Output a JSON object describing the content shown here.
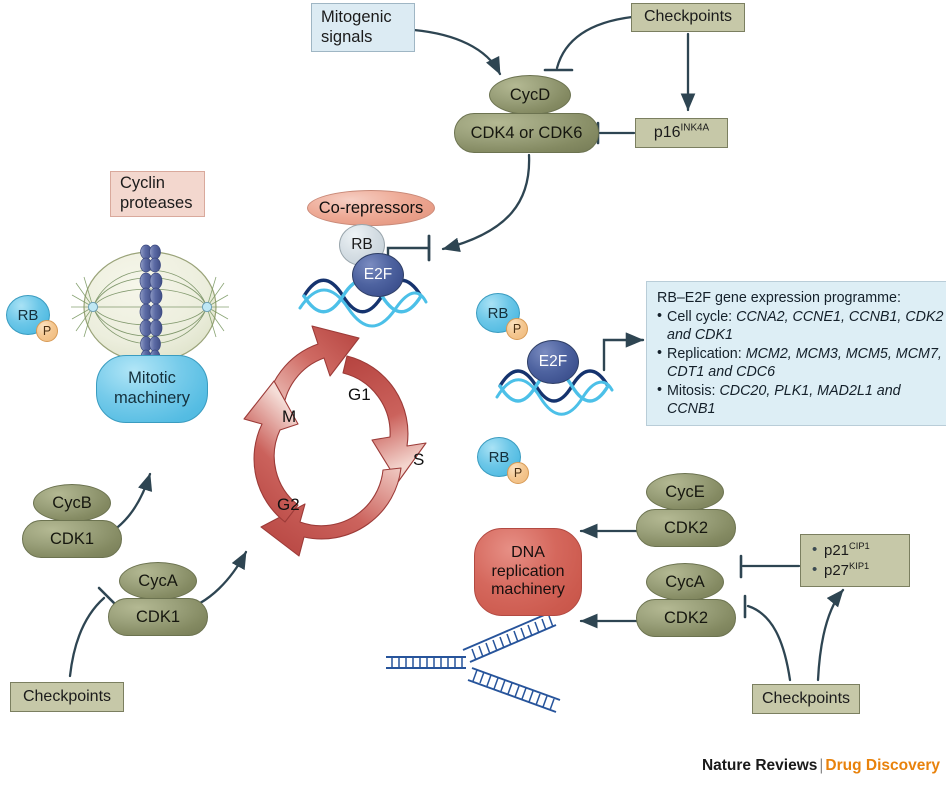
{
  "title": "Cell cycle control: RB-E2F pathway",
  "boxes": {
    "mitogenic_signals": "Mitogenic\nsignals",
    "checkpoints_top": "Checkpoints",
    "p16": "p16",
    "p16_sup": "INK4A",
    "cyclin_proteases": "Cyclin\nproteases",
    "checkpoints_bottom_left": "Checkpoints",
    "checkpoints_bottom_right": "Checkpoints"
  },
  "cdk_inhibitors": {
    "items": [
      {
        "name": "p21",
        "sup": "CIP1"
      },
      {
        "name": "p27",
        "sup": "KIP1"
      }
    ]
  },
  "complexes": {
    "cycd_cdk46": {
      "cyclin": "CycD",
      "cdk": "CDK4 or CDK6"
    },
    "cycb_cdk1": {
      "cyclin": "CycB",
      "cdk": "CDK1"
    },
    "cyca_cdk1": {
      "cyclin": "CycA",
      "cdk": "CDK1"
    },
    "cyce_cdk2": {
      "cyclin": "CycE",
      "cdk": "CDK2"
    },
    "cyca_cdk2": {
      "cyclin": "CycA",
      "cdk": "CDK2"
    }
  },
  "repressor_complex": {
    "corepressors": "Co-repressors",
    "rb": "RB",
    "e2f": "E2F"
  },
  "active_complex": {
    "e2f": "E2F"
  },
  "phospho_rb": {
    "rb": "RB",
    "p": "P"
  },
  "machinery": {
    "mitotic": "Mitotic\nmachinery",
    "dna_replication": "DNA\nreplication\nmachinery"
  },
  "cell_cycle": {
    "phases": [
      "G1",
      "S",
      "G2",
      "M"
    ],
    "arrow_color": "#c0504d"
  },
  "gene_programme": {
    "heading": "RB–E2F gene expression programme:",
    "items": [
      {
        "label": "Cell cycle: ",
        "genes": "CCNA2, CCNE1, CCNB1, CDK2 and CDK1"
      },
      {
        "label": "Replication: ",
        "genes": "MCM2, MCM3, MCM5, MCM7, CDT1 and CDC6"
      },
      {
        "label": "Mitosis: ",
        "genes": "CDC20, PLK1, MAD2L1 and CCNB1"
      }
    ]
  },
  "footer": {
    "brand": "Nature Reviews",
    "separator": "|",
    "journal": "Drug Discovery"
  },
  "colors": {
    "protein_green": "#8a9068",
    "box_sage": "#c6c8a8",
    "box_blue": "#dcebf3",
    "box_pink": "#f3d7ce",
    "gene_box": "#ddeef5",
    "cycle_red": "#c0504d",
    "rb_blue": "#6cc7e8",
    "phospho_orange": "#f4c68f",
    "e2f_navy": "#4e63a0",
    "dna_rep_red": "#d5685d",
    "arrow_slate": "#2e4552",
    "brand_orange": "#e8820c"
  }
}
